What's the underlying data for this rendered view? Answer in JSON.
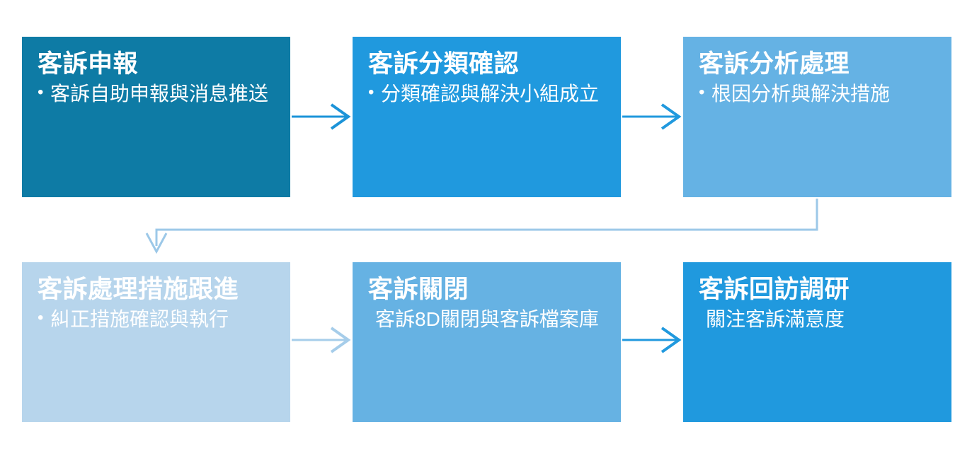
{
  "diagram": {
    "type": "process-flow",
    "title_visible": false,
    "background_color": "#FFFFFF",
    "layout": {
      "rows": 2,
      "columns": 3,
      "flow": "left-to-right, wrap down"
    },
    "nodes": [
      {
        "id": "node-1",
        "order": 1,
        "title": "客訴申報",
        "items": [
          "客訴自助申報與消息推送"
        ],
        "bulleted": true,
        "color": "#0E7BA5",
        "text_color": "#FFFFFF"
      },
      {
        "id": "node-2",
        "order": 2,
        "title": "客訴分類確認",
        "items": [
          "分類確認與解決小組成立"
        ],
        "bulleted": true,
        "color": "#2099DE",
        "text_color": "#FFFFFF"
      },
      {
        "id": "node-3",
        "order": 3,
        "title": "客訴分析處理",
        "items": [
          "根因分析與解決措施"
        ],
        "bulleted": true,
        "color": "#65B2E4",
        "text_color": "#FFFFFF"
      },
      {
        "id": "node-4",
        "order": 4,
        "title": "客訴處理措施跟進",
        "items": [
          "糾正措施確認與執行"
        ],
        "bulleted": true,
        "color": "#B7D5EC",
        "text_color": "#FFFFFF"
      },
      {
        "id": "node-5",
        "order": 5,
        "title": "客訴關閉",
        "items": [
          "客訴8D關閉與客訴檔案庫"
        ],
        "bulleted": false,
        "color": "#66B2E3",
        "text_color": "#FFFFFF"
      },
      {
        "id": "node-6",
        "order": 6,
        "title": "客訴回訪調研",
        "items": [
          "關注客訴滿意度"
        ],
        "bulleted": false,
        "color": "#2099DE",
        "text_color": "#FFFFFF"
      }
    ],
    "connectors": [
      {
        "id": "arrow-1-2",
        "from": "node-1",
        "to": "node-2",
        "shape": "straight-right",
        "color": "#1B93D8"
      },
      {
        "id": "arrow-2-3",
        "from": "node-2",
        "to": "node-3",
        "shape": "straight-right",
        "color": "#2099DE"
      },
      {
        "id": "arrow-3-4",
        "from": "node-3",
        "to": "node-4",
        "shape": "elbow-down-left-down",
        "color": "#9CC8E8"
      },
      {
        "id": "arrow-4-5",
        "from": "node-4",
        "to": "node-5",
        "shape": "straight-right",
        "color": "#A6CDEA"
      },
      {
        "id": "arrow-5-6",
        "from": "node-5",
        "to": "node-6",
        "shape": "straight-right",
        "color": "#2099DE"
      }
    ]
  }
}
